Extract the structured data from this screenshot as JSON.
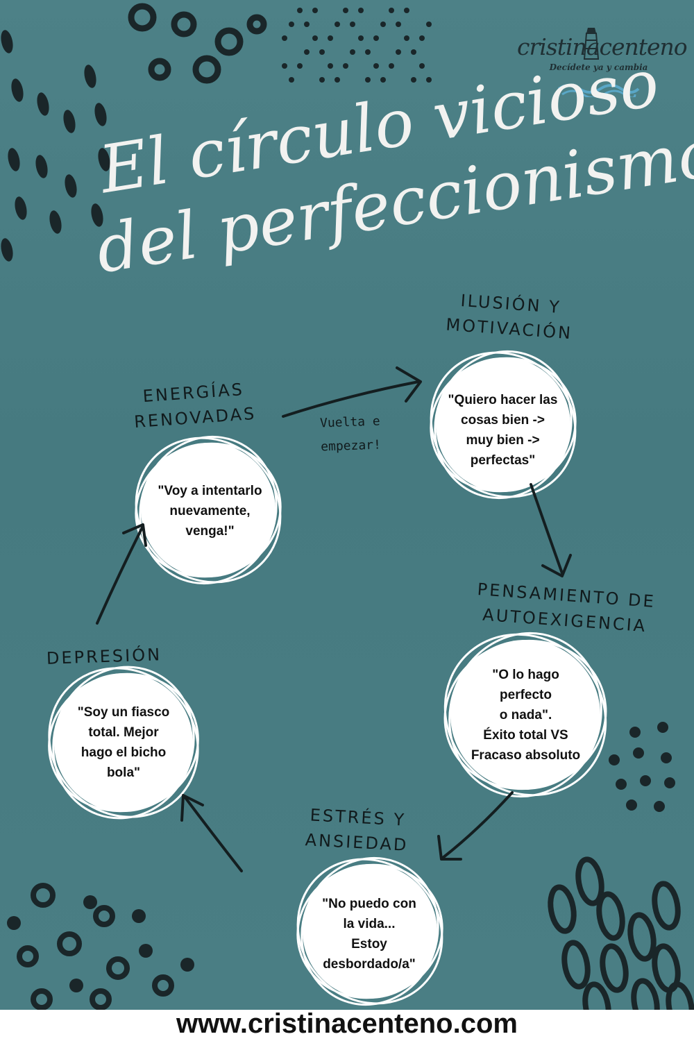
{
  "brand": {
    "name": "cristinacenteno",
    "tagline": "Decídete ya y cambia"
  },
  "title": {
    "line1": "El círculo vicioso",
    "line2": "del perfeccionismo"
  },
  "stages": [
    {
      "label_lines": [
        "ILUSIÓN Y",
        "MOTIVACIÓN"
      ],
      "quote_lines": [
        "\"Quiero hacer las",
        "cosas bien ->",
        "muy bien ->",
        "perfectas\""
      ]
    },
    {
      "label_lines": [
        "PENSAMIENTO DE",
        "AUTOEXIGENCIA"
      ],
      "quote_lines": [
        "\"O lo hago",
        "perfecto",
        "o nada\".",
        "Éxito total VS",
        "Fracaso absoluto"
      ]
    },
    {
      "label_lines": [
        "ESTRÉS Y",
        "ANSIEDAD"
      ],
      "quote_lines": [
        "\"No puedo con",
        "la vida...",
        "Estoy",
        "desbordado/a\""
      ]
    },
    {
      "label_lines": [
        "DEPRESIÓN"
      ],
      "quote_lines": [
        "\"Soy un fiasco",
        "total. Mejor",
        "hago el bicho",
        "bola\""
      ]
    },
    {
      "label_lines": [
        "ENERGÍAS",
        "RENOVADAS"
      ],
      "quote_lines": [
        "\"Voy a intentarlo",
        "nuevamente,",
        "venga!\""
      ]
    }
  ],
  "cycle_note": {
    "lines": [
      "Vuelta e",
      "empezar!"
    ]
  },
  "footer": {
    "url": "www.cristinacenteno.com"
  },
  "colors": {
    "background": "#4a7e84",
    "ink": "#1a2629",
    "bubble": "#ffffff",
    "title": "#f2f2f0"
  }
}
